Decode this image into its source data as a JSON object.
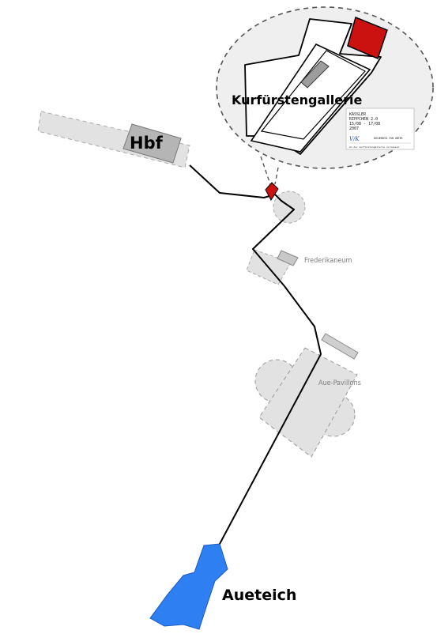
{
  "places": {
    "hbf": "Hbf",
    "kurfuerstengallerie": "Kurfürstengallerie",
    "frederikaneum": "Frederikaneum",
    "aue_pavillons": "Aue-Pavillons",
    "aueteich": "Aueteich"
  },
  "poster": {
    "line1": "KASSLER",
    "line2": "RIPPCHEN 2.0",
    "line3": "15/08 - 17/08",
    "line4": "2007",
    "logo": "V/K",
    "org": "DOCUMENTA FUN UNTER",
    "footer": "an der kurfürstengallerie zu kassel"
  },
  "colors": {
    "route": "#000000",
    "building_fill": "#e2e2e2",
    "building_outline": "#999999",
    "highlight": "#cc1111",
    "water": "#2e7ff2",
    "label_gray": "#7d7d7d"
  }
}
